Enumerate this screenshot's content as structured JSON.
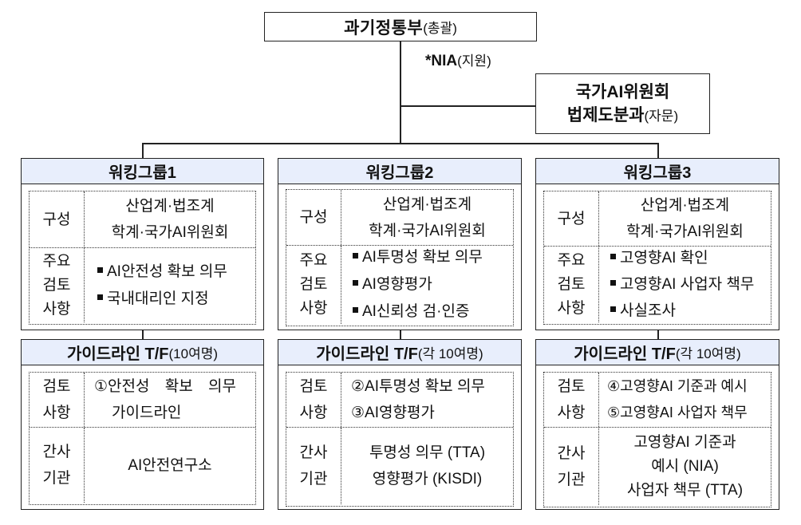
{
  "top": {
    "ministry": "과기정통부",
    "ministry_role": "(총괄)",
    "support_org": "*NIA",
    "support_role": "(지원)"
  },
  "committee": {
    "line1": "국가AI위원회",
    "line2": "법제도분과",
    "role": "(자문)"
  },
  "colors": {
    "header_fill": "#e8eefc",
    "border": "#222222"
  },
  "working_groups": [
    {
      "title": "워킹그룹1",
      "composition_label": "구성",
      "composition": [
        "산업계·법조계",
        "학계·국가AI위원회"
      ],
      "review_label": [
        "주요",
        "검토",
        "사항"
      ],
      "review_items": [
        "AI안전성 확보 의무",
        "국내대리인 지정"
      ]
    },
    {
      "title": "워킹그룹2",
      "composition_label": "구성",
      "composition": [
        "산업계·법조계",
        "학계·국가AI위원회"
      ],
      "review_label": [
        "주요",
        "검토",
        "사항"
      ],
      "review_items": [
        "AI투명성 확보 의무",
        "AI영향평가",
        "AI신뢰성 검·인증"
      ]
    },
    {
      "title": "워킹그룹3",
      "composition_label": "구성",
      "composition": [
        "산업계·법조계",
        "학계·국가AI위원회"
      ],
      "review_label": [
        "주요",
        "검토",
        "사항"
      ],
      "review_items": [
        "고영향AI 확인",
        "고영향AI 사업자 책무",
        "사실조사"
      ]
    }
  ],
  "task_forces": [
    {
      "title": "가이드라인 T/F",
      "size": "(10여명)",
      "review_label": [
        "검토",
        "사항"
      ],
      "review_items": [
        "①안전성 확보 의무",
        "가이드라인"
      ],
      "lead_label": [
        "간사",
        "기관"
      ],
      "lead_orgs": [
        "AI안전연구소"
      ]
    },
    {
      "title": "가이드라인 T/F",
      "size": "(각 10여명)",
      "review_label": [
        "검토",
        "사항"
      ],
      "review_items": [
        "②AI투명성 확보 의무",
        "③AI영향평가"
      ],
      "lead_label": [
        "간사",
        "기관"
      ],
      "lead_orgs": [
        "투명성 의무 (TTA)",
        "영향평가 (KISDI)"
      ]
    },
    {
      "title": "가이드라인 T/F",
      "size": "(각 10여명)",
      "review_label": [
        "검토",
        "사항"
      ],
      "review_items": [
        "④고영향AI 기준과 예시",
        "⑤고영향AI 사업자 책무"
      ],
      "lead_label": [
        "간사",
        "기관"
      ],
      "lead_orgs": [
        "고영향AI 기준과",
        "예시 (NIA)",
        "사업자 책무 (TTA)"
      ]
    }
  ]
}
